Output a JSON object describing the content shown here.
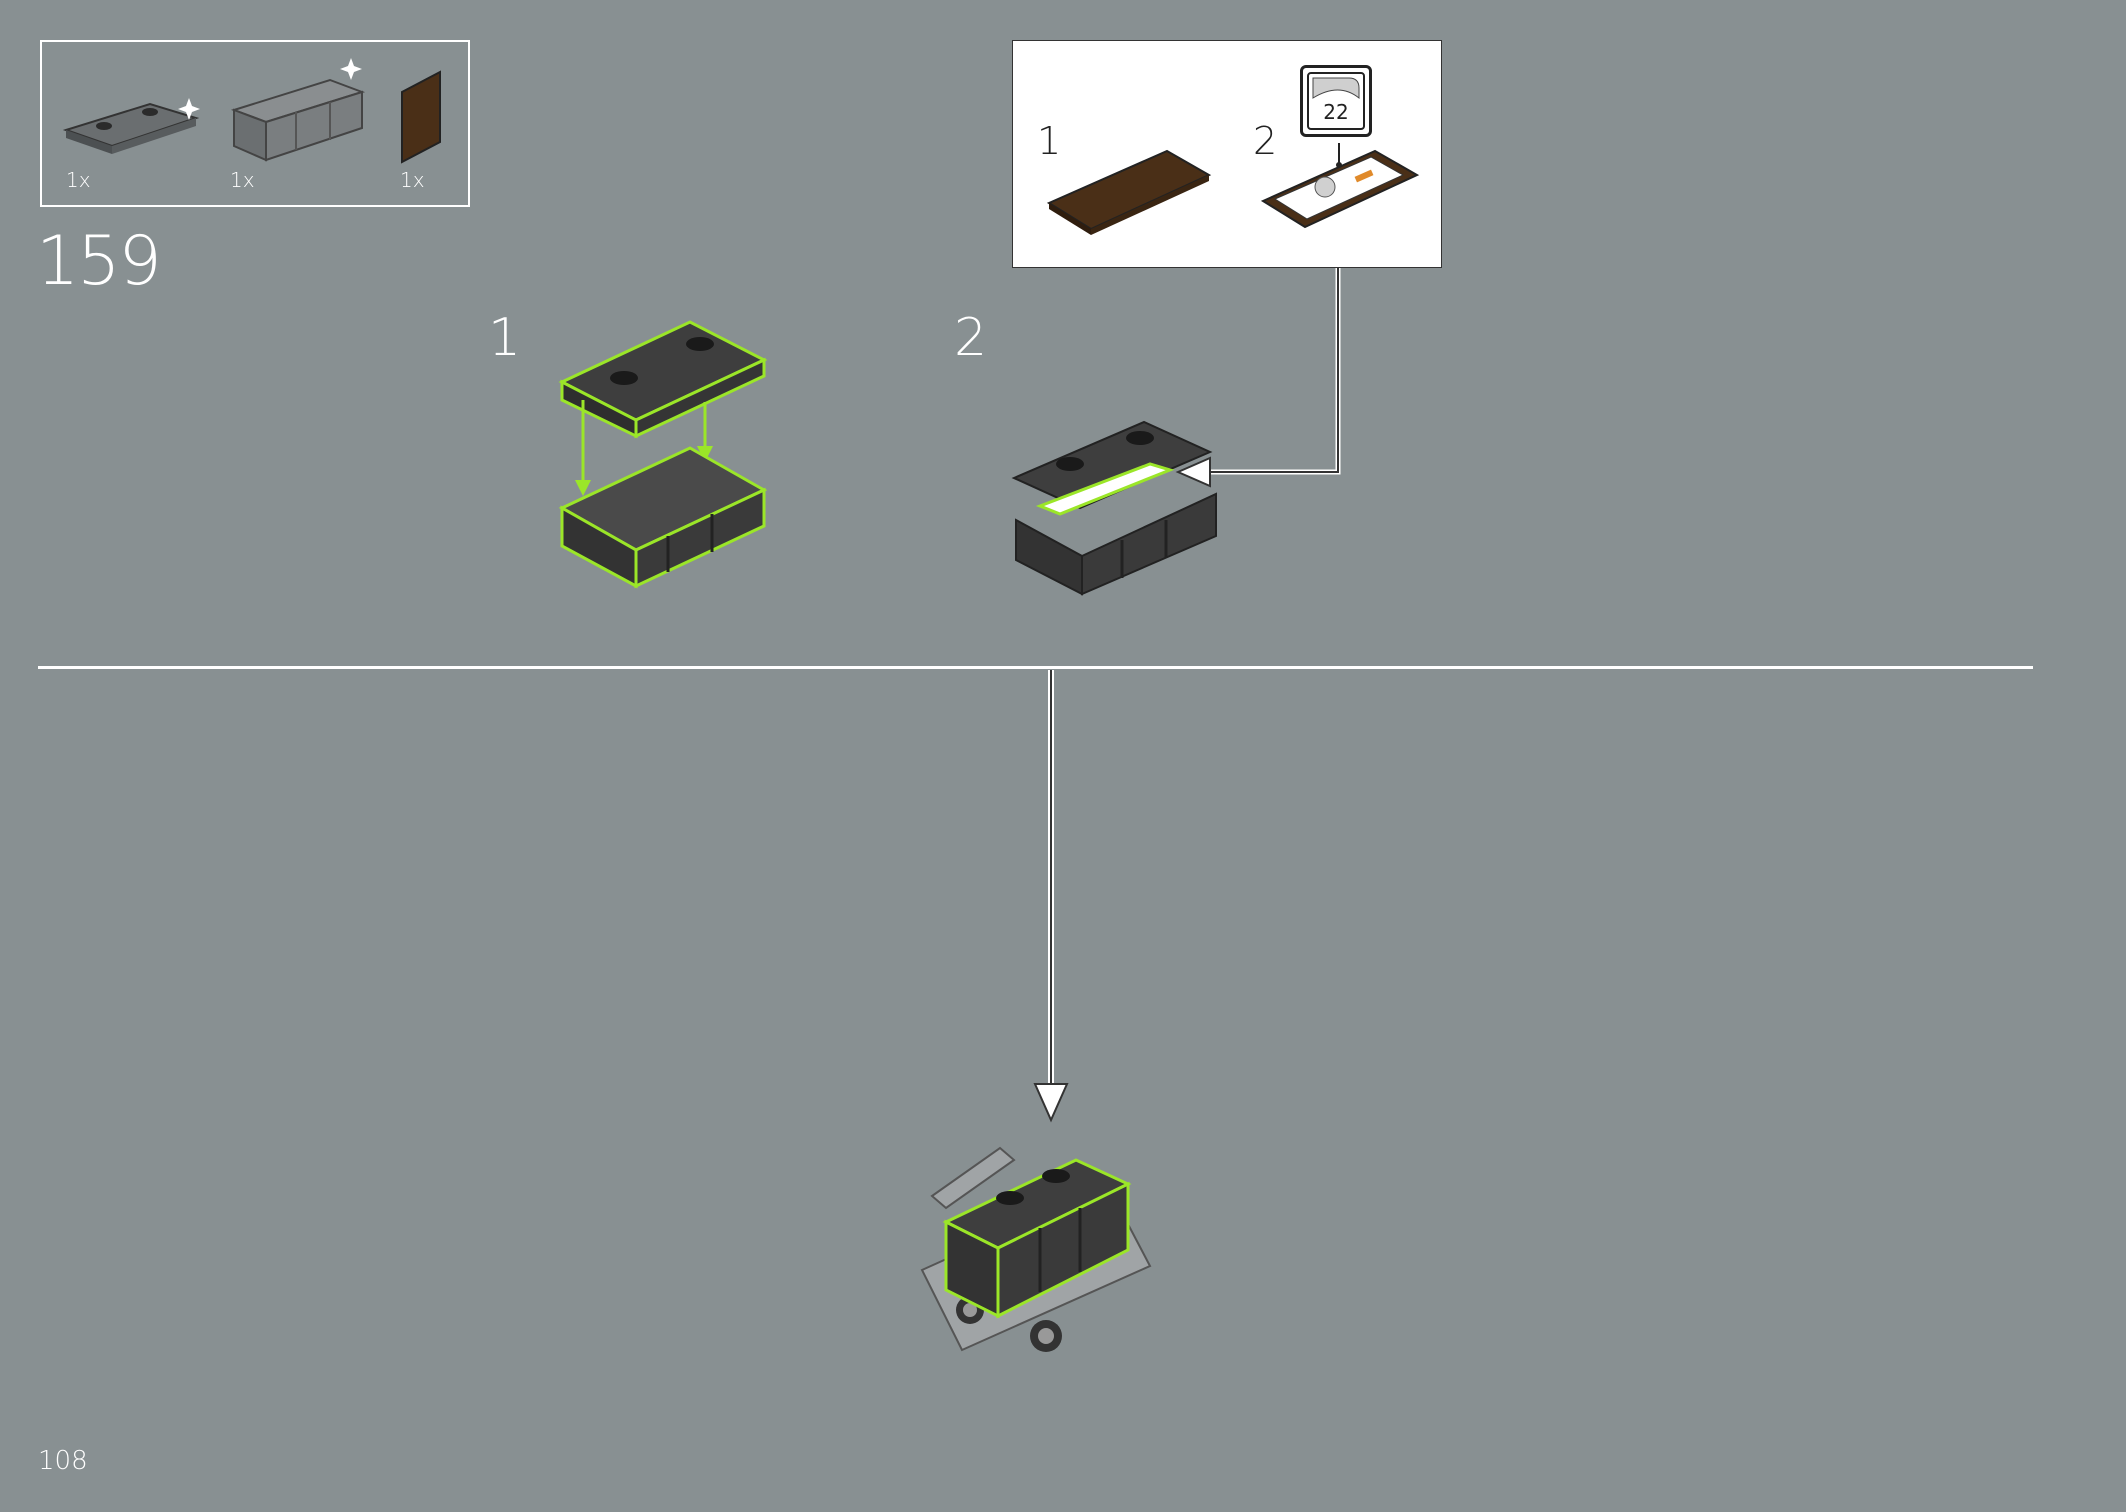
{
  "parts_list": {
    "items": [
      {
        "name": "chest lid",
        "quantity": "1x"
      },
      {
        "name": "chest base",
        "quantity": "1x"
      },
      {
        "name": "tile 2x4 reddish brown",
        "quantity": "1x"
      }
    ]
  },
  "step": {
    "number": "159",
    "substeps": [
      "1",
      "2"
    ]
  },
  "callout": {
    "steps": [
      "1",
      "2"
    ],
    "sticker_number": "22"
  },
  "page_number": "108",
  "colors": {
    "background": "#889092",
    "highlight": "#9be628",
    "element_dark": "#3a3a3a",
    "tile_brown": "#4a2f17"
  },
  "icons": [
    "sparkle-icon",
    "sticker-icon",
    "arrow-icon"
  ]
}
